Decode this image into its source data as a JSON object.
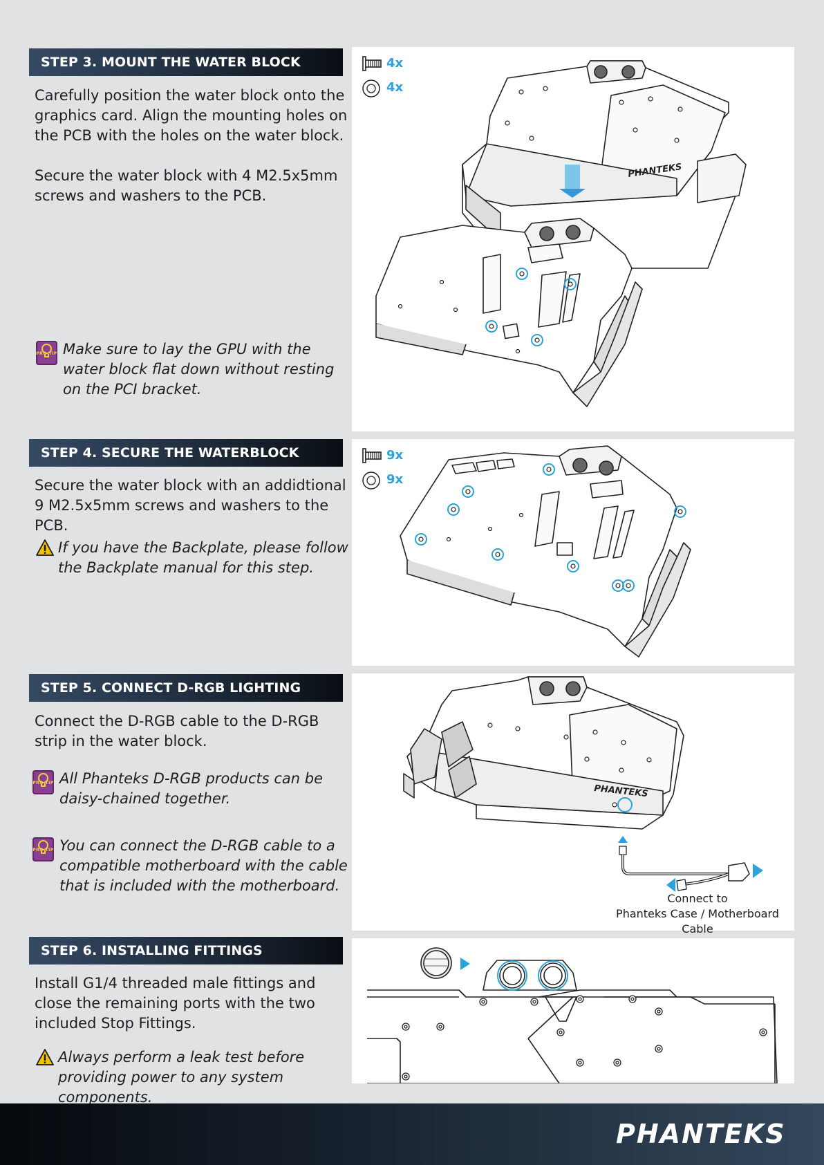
{
  "steps": [
    {
      "title": "STEP 3. MOUNT THE WATER BLOCK",
      "paragraphs": [
        "Carefully position the water block onto the graphics card. Align the mounting holes on the PCB with the holes on the water block.",
        "Secure the water block with 4 M2.5x5mm screws and washers to the PCB."
      ],
      "note": {
        "type": "pro-tip",
        "text": "Make sure to lay the GPU with the water block flat down without resting on the PCI bracket."
      },
      "hardware": [
        {
          "icon": "screw-icon",
          "count": "4x"
        },
        {
          "icon": "washer-icon",
          "count": "4x"
        }
      ]
    },
    {
      "title": "STEP 4. SECURE THE WATERBLOCK",
      "paragraphs": [
        "Secure the water block with an addidtional 9 M2.5x5mm screws and washers to the PCB."
      ],
      "note": {
        "type": "warning",
        "text": "If you have the Backplate, please follow the Backplate manual for this step."
      },
      "hardware": [
        {
          "icon": "screw-icon",
          "count": "9x"
        },
        {
          "icon": "washer-icon",
          "count": "9x"
        }
      ]
    },
    {
      "title": "STEP 5. CONNECT D-RGB LIGHTING",
      "paragraphs": [
        "Connect the D-RGB cable to the D-RGB strip in the water block."
      ],
      "notes": [
        {
          "type": "pro-tip",
          "text": "All Phanteks D-RGB products can be daisy-chained together."
        },
        {
          "type": "pro-tip",
          "text": "You can connect the D-RGB cable to a compatible motherboard with the cable that is included with the motherboard."
        }
      ],
      "caption_line1": "Connect to",
      "caption_line2": "Phanteks Case / Motherboard Cable"
    },
    {
      "title": "STEP 6. INSTALLING FITTINGS",
      "paragraphs": [
        "Install G1/4 threaded male fittings and close the remaining ports with the two included Stop Fittings."
      ],
      "note": {
        "type": "warning",
        "text": "Always perform a leak test before providing power to any system components."
      }
    }
  ],
  "pro_tip_label": "PRO TIP",
  "brand": "PHANTEKS",
  "accent_color": "#2aa3dc",
  "tip_color": "#8b3f92",
  "warning_color": "#f2c200"
}
